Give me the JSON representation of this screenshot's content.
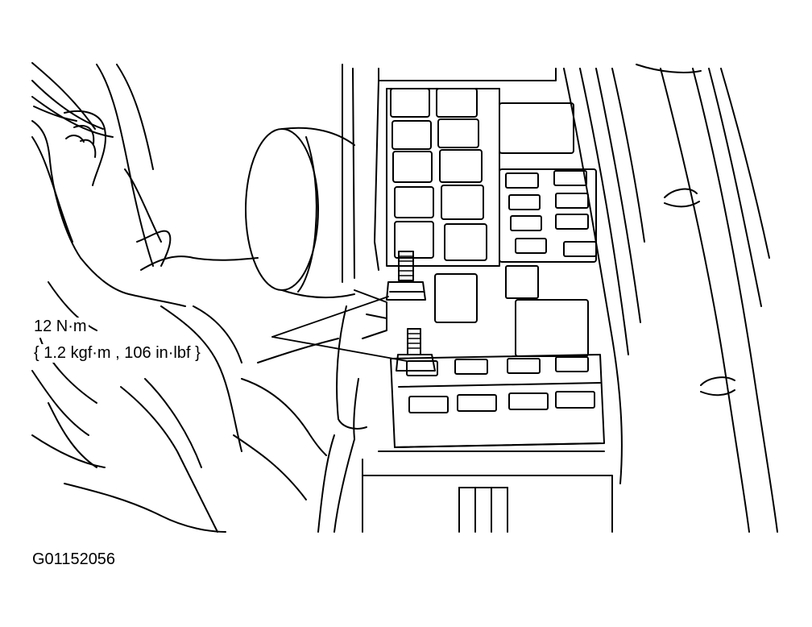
{
  "torque_spec": {
    "line1": "12 N·m",
    "line2": "{ 1.2 kgf·m , 106 in·lbf }"
  },
  "figure_id": "G01152056",
  "colors": {
    "ink": "#000000",
    "paper": "#ffffff"
  }
}
